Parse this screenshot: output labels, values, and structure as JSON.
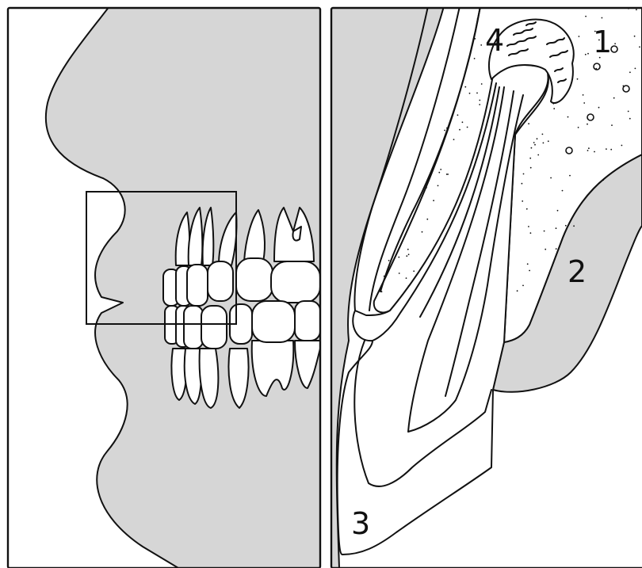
{
  "figure": {
    "labels": {
      "l1": "1",
      "l2": "2",
      "l3": "3",
      "l4": "4"
    },
    "colors": {
      "tissue": "#d6d6d6",
      "line": "#111111",
      "background": "#ffffff"
    }
  }
}
